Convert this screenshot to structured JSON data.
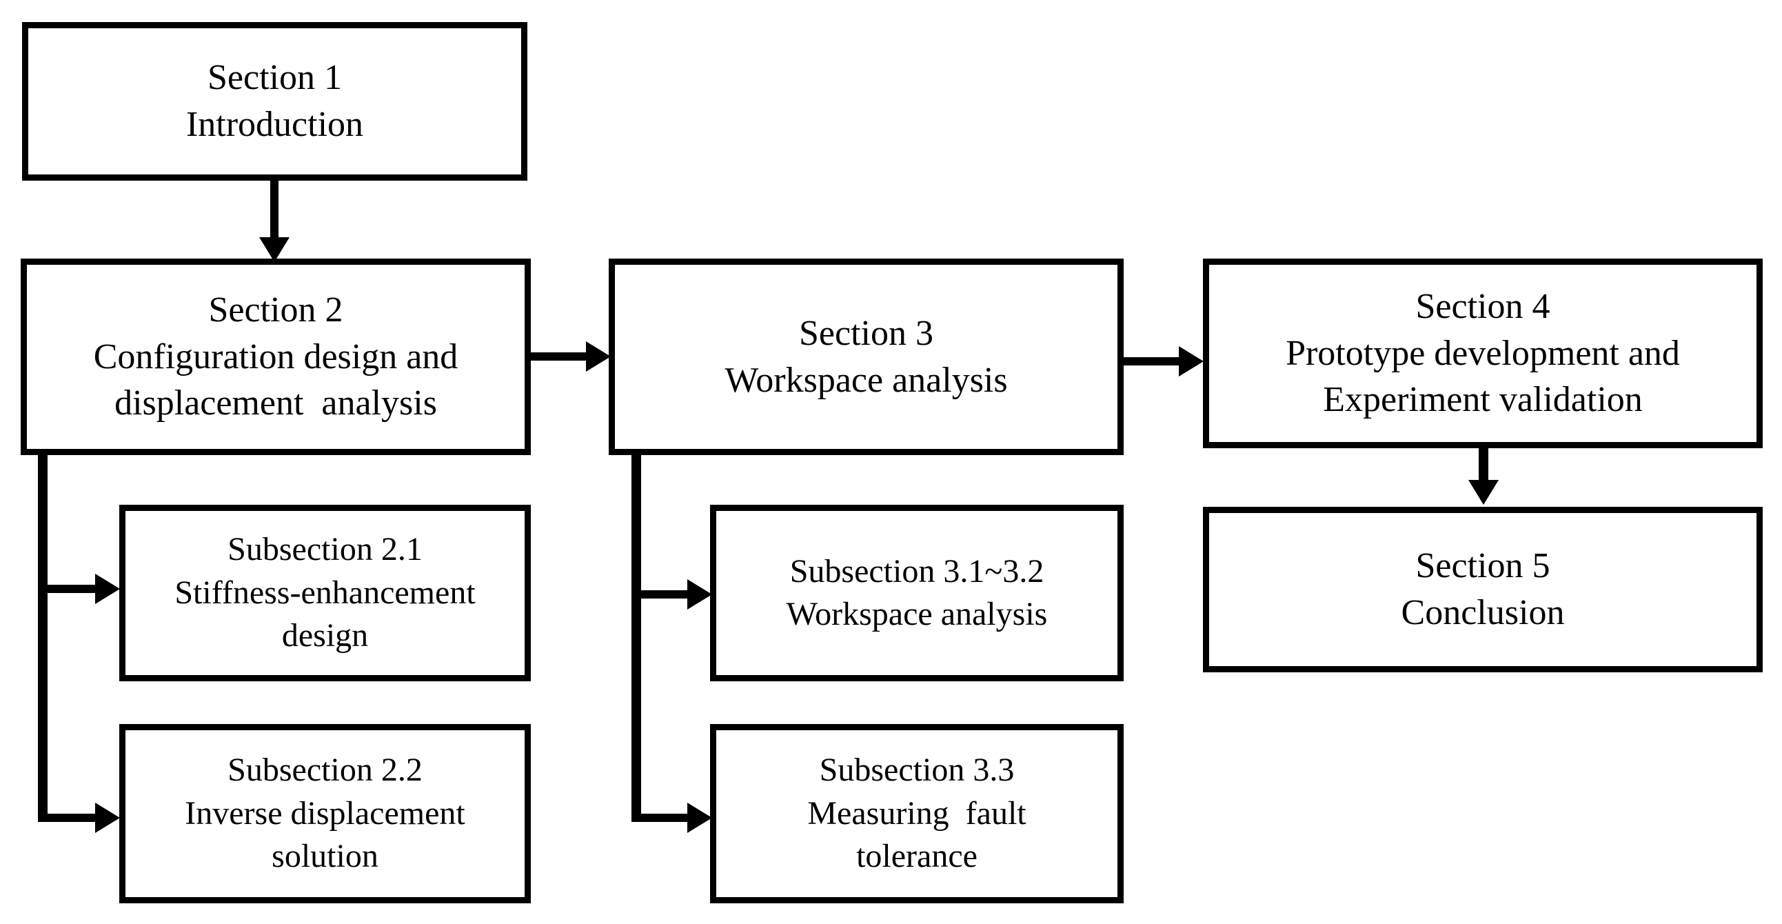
{
  "figure": {
    "type": "flowchart",
    "orientation": "left-to-right with downward sub-branches",
    "background_color": "#ffffff",
    "line_color": "#000000",
    "text_color": "#000000"
  },
  "nodes": {
    "section1": {
      "line1": "Section 1",
      "line2": "Introduction"
    },
    "section2": {
      "line1": "Section 2",
      "line2": "Configuration design and",
      "line3": "displacement  analysis"
    },
    "section3": {
      "line1": "Section 3",
      "line2": "Workspace analysis"
    },
    "section4": {
      "line1": "Section 4",
      "line2": "Prototype development and",
      "line3": "Experiment validation"
    },
    "section5": {
      "line1": "Section 5",
      "line2": "Conclusion"
    },
    "subsection21": {
      "line1": "Subsection 2.1",
      "line2": "Stiffness-enhancement",
      "line3": "design"
    },
    "subsection22": {
      "line1": "Subsection 2.2",
      "line2": "Inverse displacement",
      "line3": "solution"
    },
    "subsection31_32": {
      "line1": "Subsection 3.1~3.2",
      "line2": "Workspace analysis"
    },
    "subsection33": {
      "line1": "Subsection 3.3",
      "line2": "Measuring  fault",
      "line3": "tolerance"
    }
  },
  "edges": [
    {
      "id": "s1-to-s2",
      "from": "section1",
      "to": "section2",
      "direction": "down"
    },
    {
      "id": "s2-to-s3",
      "from": "section2",
      "to": "section3",
      "direction": "right"
    },
    {
      "id": "s3-to-s4",
      "from": "section3",
      "to": "section4",
      "direction": "right"
    },
    {
      "id": "s4-to-s5",
      "from": "section4",
      "to": "section5",
      "direction": "down"
    },
    {
      "id": "s2-to-sub21",
      "from": "section2",
      "to": "subsection21",
      "direction": "down-then-right"
    },
    {
      "id": "s2-to-sub22",
      "from": "section2",
      "to": "subsection22",
      "direction": "down-then-right"
    },
    {
      "id": "s3-to-sub31",
      "from": "section3",
      "to": "subsection31_32",
      "direction": "down-then-right"
    },
    {
      "id": "s3-to-sub33",
      "from": "section3",
      "to": "subsection33",
      "direction": "down-then-right"
    }
  ]
}
